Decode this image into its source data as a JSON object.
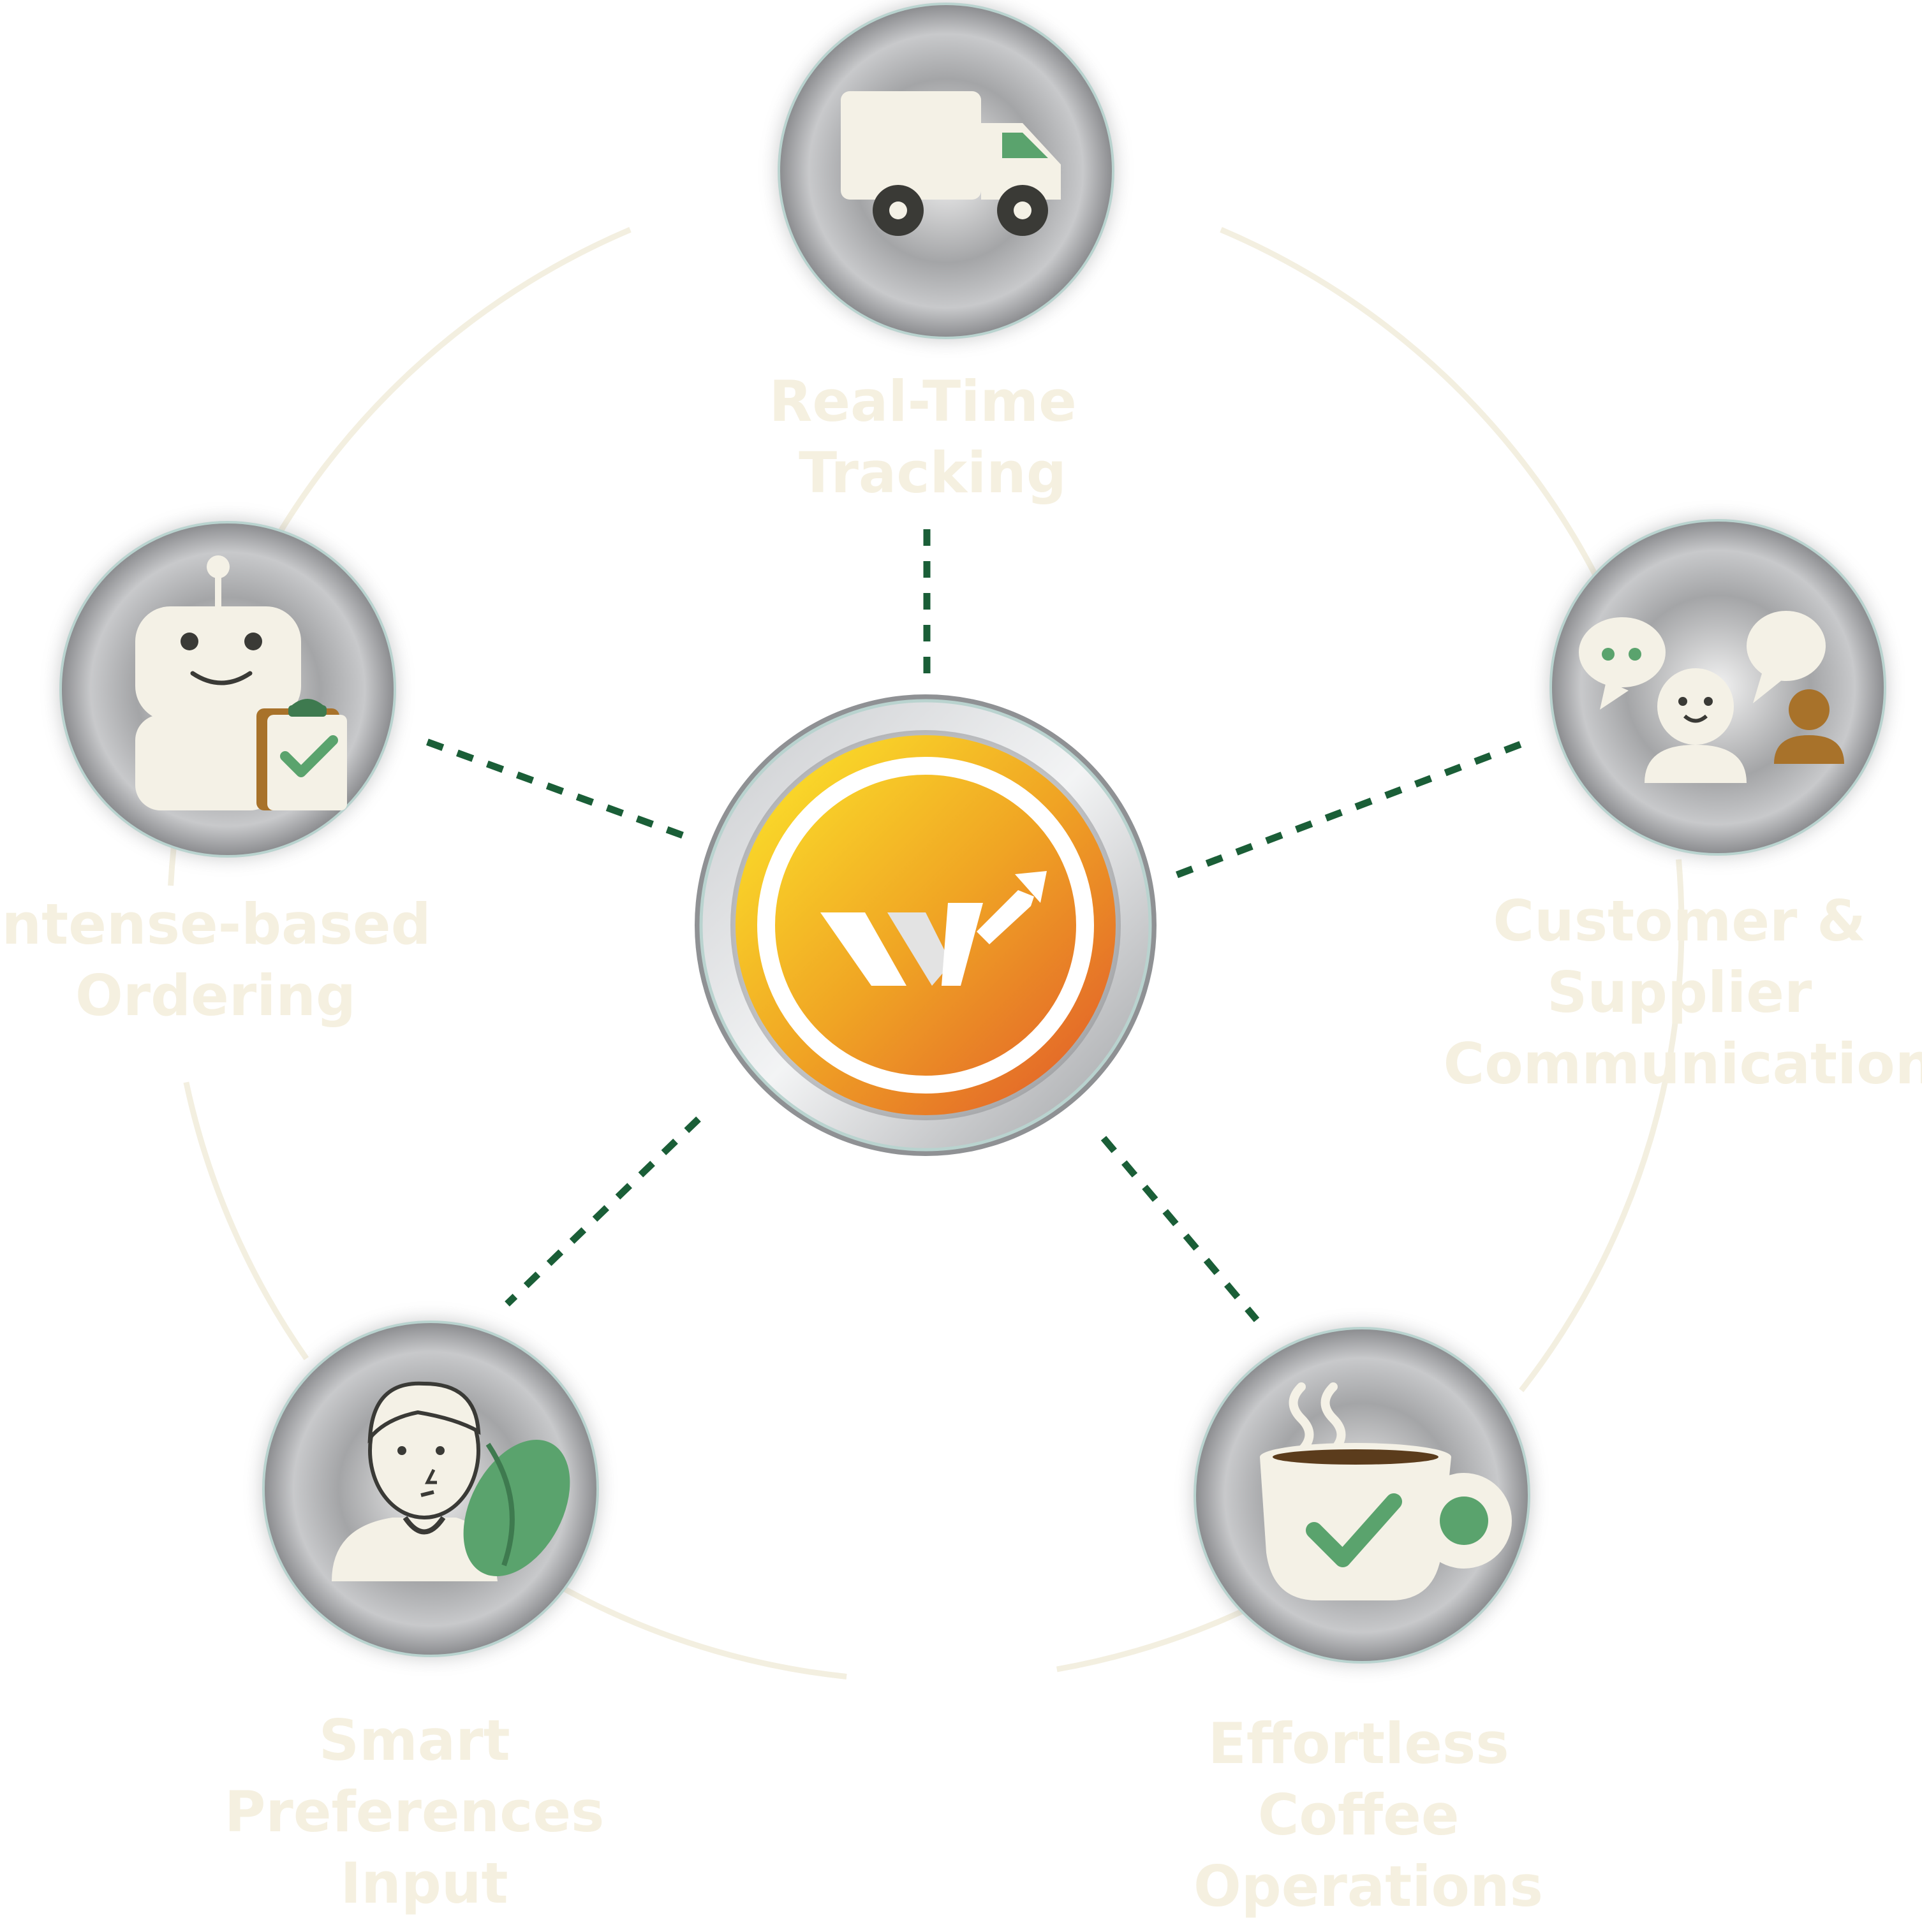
{
  "center": {
    "name": "logo-hub",
    "gradient": [
      "#fde92b",
      "#f0a524",
      "#e0572a"
    ]
  },
  "nodes": [
    {
      "id": "tracking",
      "icon": "delivery-truck-icon",
      "label_lines": [
        "Real-Time",
        "Tracking"
      ]
    },
    {
      "id": "communication",
      "icon": "chat-people-icon",
      "label_lines": [
        "Customer &",
        "Supplier",
        "Communication"
      ]
    },
    {
      "id": "operations",
      "icon": "coffee-cup-check-icon",
      "label_lines": [
        "Effortless",
        "Coffee",
        "Operations"
      ]
    },
    {
      "id": "preferences",
      "icon": "person-coffee-bean-icon",
      "label_lines": [
        "Smart",
        "Preferences",
        "Input"
      ]
    },
    {
      "id": "ordering",
      "icon": "robot-clipboard-icon",
      "label_lines": [
        "Intense-based",
        "Ordering"
      ]
    }
  ],
  "colors": {
    "connector": "#1a5e37",
    "ring": "#f3efe0",
    "label": "#f5f0e0",
    "icon_cream": "#f4f1e6",
    "icon_green": "#5aa36d",
    "icon_brown": "#a8722a",
    "icon_dark": "#3a3a36"
  }
}
